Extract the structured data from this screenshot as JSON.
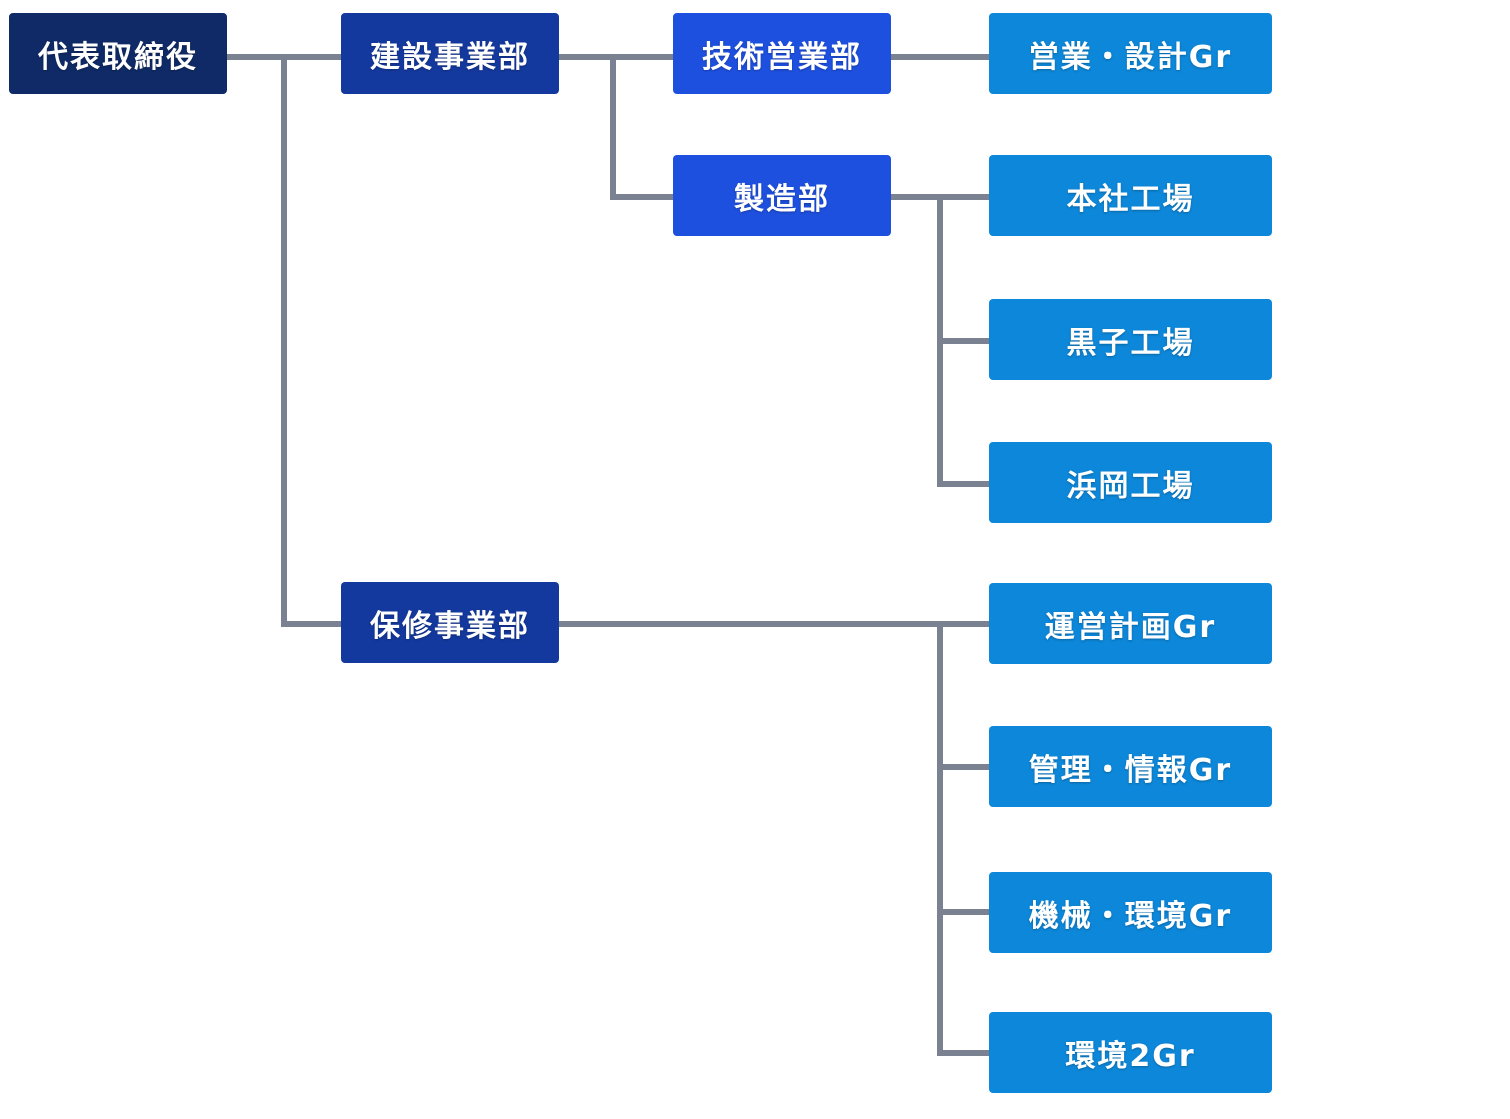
{
  "colors": {
    "connector": "#7a8291",
    "level0": "#0f2a66",
    "level1": "#14399e",
    "level2": "#1e50df",
    "level3": "#0d87d9",
    "text": "#ffffff"
  },
  "org": {
    "ceo": "代表取締役",
    "divisions": {
      "kensetsu": {
        "label": "建設事業部",
        "departments": {
          "gijutsu": {
            "label": "技術営業部",
            "groups": [
              "営業・設計Gr"
            ]
          },
          "seizo": {
            "label": "製造部",
            "groups": [
              "本社工場",
              "黒子工場",
              "浜岡工場"
            ]
          }
        }
      },
      "hoshu": {
        "label": "保修事業部",
        "groups": [
          "運営計画Gr",
          "管理・情報Gr",
          "機械・環境Gr",
          "環境2Gr"
        ]
      }
    }
  }
}
